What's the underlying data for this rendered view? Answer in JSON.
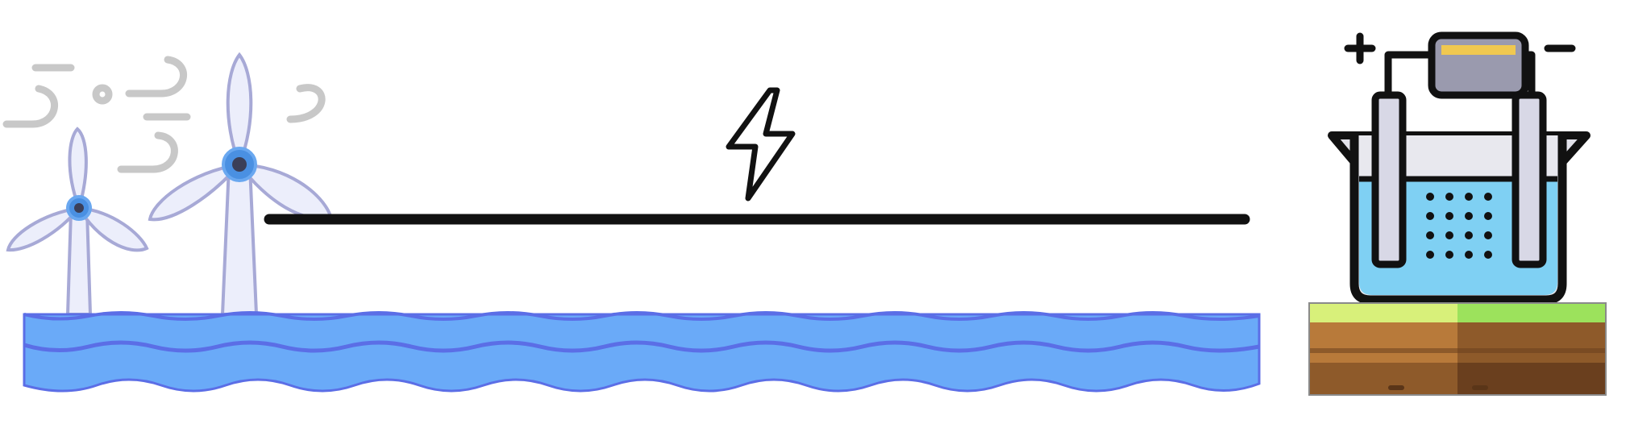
{
  "diagram": {
    "nodes": [
      {
        "id": "offshore-wind",
        "icon": "wind-turbine-icon"
      },
      {
        "id": "sea",
        "icon": "sea-waves-icon"
      },
      {
        "id": "power-link",
        "icon": "lightning-bolt-icon"
      },
      {
        "id": "electrolyser",
        "icon": "electrolysis-cell-icon",
        "terminals": [
          "+",
          "−"
        ]
      },
      {
        "id": "ground",
        "icon": "soil-block-icon"
      }
    ],
    "edges": [
      {
        "from": "offshore-wind",
        "to": "electrolyser",
        "style": "solid-thick"
      }
    ]
  },
  "colors": {
    "water": "#6aaaf8",
    "wave_line": "#5b6ee6",
    "turbine": "#eceefb",
    "turbine_hub": "#4a90e2",
    "cable": "#111111",
    "electrolyte": "#7fd0f3",
    "grass_light": "#d8f07a",
    "grass_dark": "#9ce25c",
    "soil_light": "#b87a3a",
    "soil_mid": "#8e5a2a",
    "soil_dark": "#6a3f1e",
    "wind_line": "#cccccc"
  }
}
